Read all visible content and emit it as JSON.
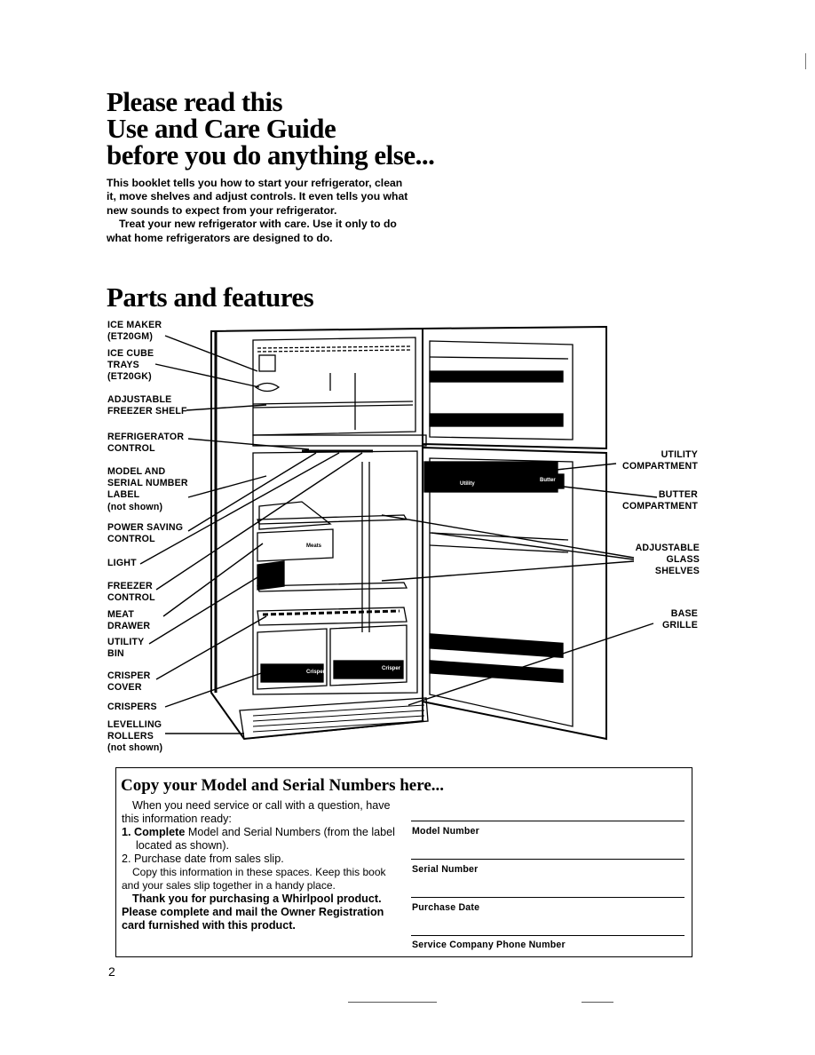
{
  "header": {
    "title_lines": [
      "Please read this",
      "Use and Care Guide",
      "before you do anything else..."
    ],
    "intro_p1": "This booklet tells you how to start your refrigerator, clean it, move shelves and adjust controls. It even tells you what new sounds to expect from your refrigerator.",
    "intro_p2": "Treat your new refrigerator with care. Use it only to do what home refrigerators are designed to do."
  },
  "parts": {
    "heading": "Parts and features",
    "labels": {
      "ice_maker": "ICE MAKER\n(ET20GM)",
      "ice_cube_trays": "ICE CUBE\nTRAYS\n(ET20GK)",
      "adjustable_freezer_shelf": "ADJUSTABLE\nFREEZER SHELF",
      "refrigerator_control": "REFRIGERATOR\nCONTROL",
      "model_serial_label": "MODEL AND\nSERIAL NUMBER\nLABEL\n(not shown)",
      "power_saving_control": "POWER SAVING\nCONTROL",
      "light": "LIGHT",
      "freezer_control": "FREEZER\nCONTROL",
      "meat_drawer": "MEAT\nDRAWER",
      "utility_bin": "UTILITY\nBIN",
      "crisper_cover": "CRISPER\nCOVER",
      "crispers": "CRISPERS",
      "levelling_rollers": "LEVELLING\nROLLERS\n(not shown)",
      "utility_compartment": "UTILITY\nCOMPARTMENT",
      "butter_compartment": "BUTTER\nCOMPARTMENT",
      "adjustable_glass_shelves": "ADJUSTABLE\nGLASS\nSHELVES",
      "base_grille": "BASE\nGRILLE"
    },
    "door_text": {
      "utility": "Utility",
      "butter": "Butter",
      "meats": "Meats",
      "crisper": "Crisper"
    }
  },
  "copy_box": {
    "title": "Copy your Model and Serial Numbers here...",
    "intro": "When you need service or call with a question, have this information ready:",
    "item1_bold": "1. Complete",
    "item1_rest": " Model and Serial Numbers (from the label located as shown).",
    "item2": "2. Purchase date from sales slip.",
    "note": "Copy this information in these spaces. Keep this book and your sales slip together in a handy place.",
    "thanks": "Thank you for purchasing a Whirlpool product. Please complete and mail the Owner Registration card furnished with this product.",
    "fields": [
      "Model Number",
      "Serial Number",
      "Purchase Date",
      "Service Company Phone Number"
    ]
  },
  "footer": {
    "page_number": "2"
  }
}
